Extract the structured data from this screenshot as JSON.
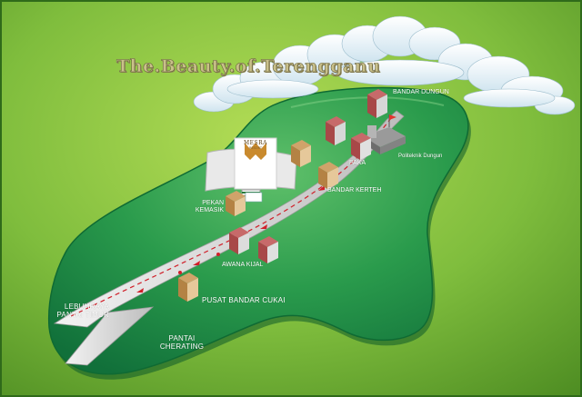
{
  "title": "The.Beauty.of.Terengganu",
  "hotel": {
    "name": "MESRA",
    "subtitle": "RESORT"
  },
  "places": {
    "bandar_dungun": "BANDAR DUNGUN",
    "politeknik_dungun": "Politeknik Dungun",
    "paka": "PAKA",
    "bandar_kerteh": "BANDAR KERTEH",
    "pekan_kemasik": "PEKAN\nKEMASIK",
    "awana_kijal": "AWANA KIJAL",
    "pusat_bandar_cukai": "PUSAT BANDAR CUKAI",
    "lebuhraya_pantai_timur": "LEBUHRAYA\nPANTAI TIMUR",
    "pantai_cherating": "PANTAI\nCHERATING"
  },
  "colors": {
    "background": "#76b83a",
    "island": "#1f8a44",
    "road": "#d8d8d8",
    "road_marking": "#d0202a",
    "title": "#c9c08a"
  }
}
